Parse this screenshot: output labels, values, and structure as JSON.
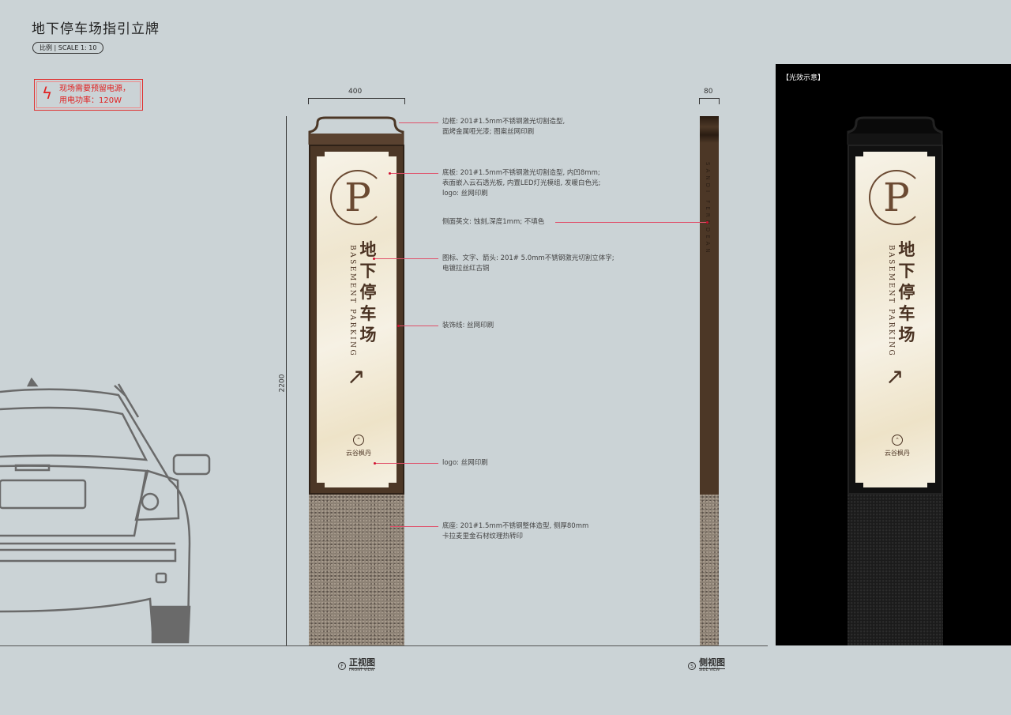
{
  "title": "地下停车场指引立牌",
  "scale": "比例 | SCALE  1: 10",
  "power_note": [
    "现场需要预留电源，",
    "用电功率：120W"
  ],
  "dimensions": {
    "width_front": "400",
    "width_side": "80",
    "height": "2200"
  },
  "sign": {
    "p_letter": "P",
    "cn": "地下停车场",
    "en": "BASEMENT PARKING",
    "arrow": "↗",
    "logo_cn": "云谷枫丹",
    "side_en": "SANDI FERNDEAN"
  },
  "notes": [
    "边框: 201#1.5mm不锈钢激光切割造型,\n面烤金属哑光漆; 图案丝网印刷",
    "底板: 201#1.5mm不锈钢激光切割造型, 内凹8mm;\n表面嵌入云石透光板, 内置LED灯光模组, 发暖白色光;\nlogo: 丝网印刷",
    "侧面英文: 蚀刻,深度1mm; 不填色",
    "图标、文字、箭头: 201# 5.0mm不锈钢激光切割立体字;\n电镀拉丝红古铜",
    "装饰线: 丝网印刷",
    "logo: 丝网印刷",
    "底座: 201#1.5mm不锈钢整体造型, 侧厚80mm\n卡拉麦里金石材纹理热转印"
  ],
  "views": {
    "front_cn": "正视图",
    "front_en": "FRONT VIEW",
    "front_mark": "F",
    "side_cn": "侧视图",
    "side_en": "SIDE VIEW",
    "side_mark": "S"
  },
  "glow_label": "【光效示意】",
  "colors": {
    "background": "#cbd3d6",
    "frame": "#4c3726",
    "leader": "#e0506a",
    "warning": "#e02020"
  }
}
